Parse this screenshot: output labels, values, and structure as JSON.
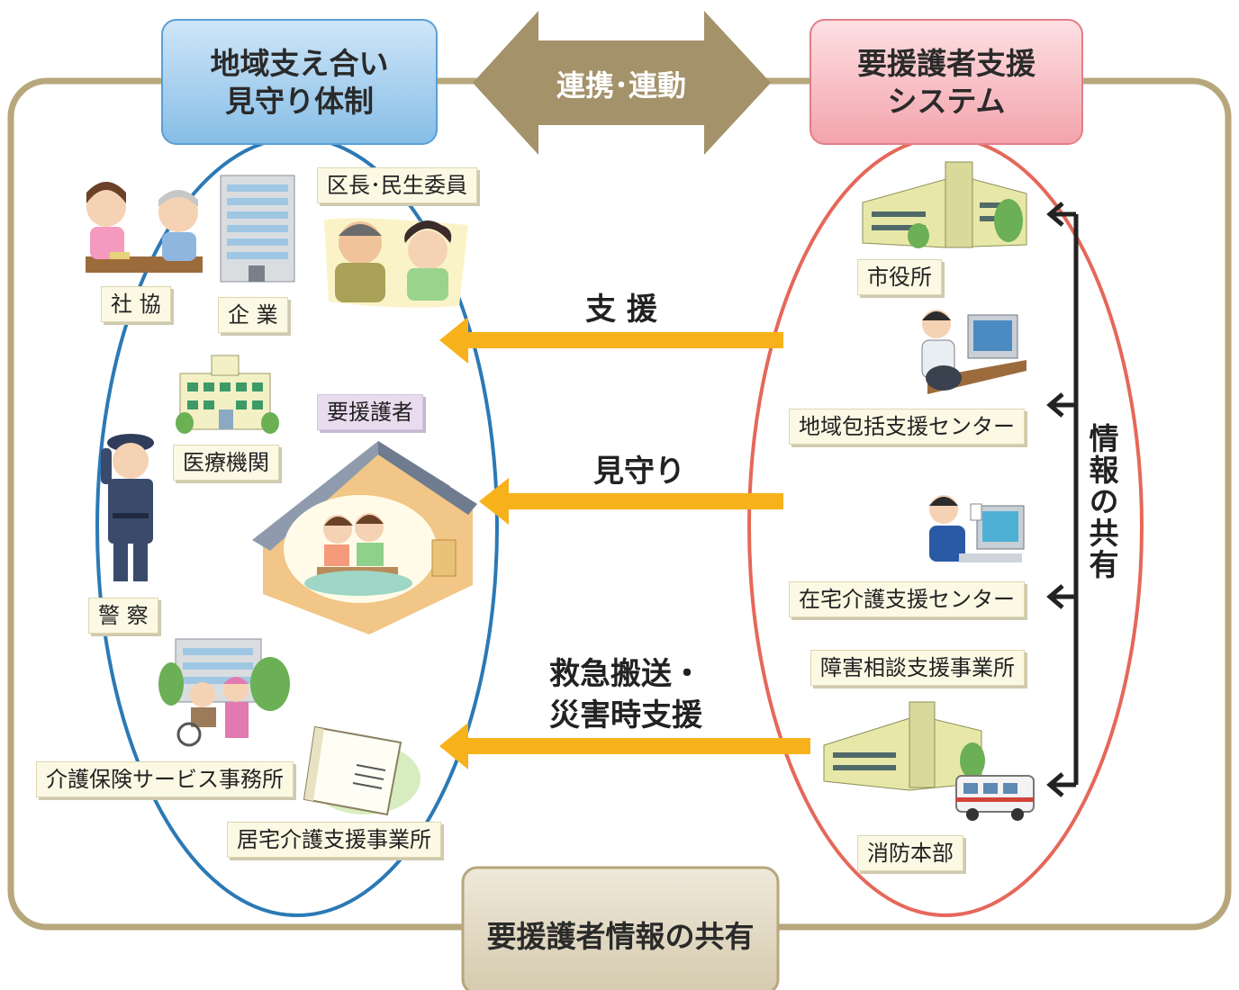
{
  "header_left": {
    "line1": "地域支え合い",
    "line2": "見守り体制"
  },
  "header_right": {
    "line1": "要援護者支援",
    "line2": "システム"
  },
  "link": "連携･連動",
  "center_label": "要援護者",
  "bottom_title": "要援護者情報の共有",
  "side_label": "情報の共有",
  "left_nodes": {
    "kucho": "区長･民生委員",
    "shakyo": "社 協",
    "kigyo": "企 業",
    "iryo": "医療機関",
    "keisatsu": "警 察",
    "kaigo_service": "介護保険サービス事務所",
    "kyotaku": "居宅介護支援事業所"
  },
  "right_nodes": {
    "shiyakusho": "市役所",
    "chiiki_center": "地域包括支援センター",
    "zaitaku_center": "在宅介護支援センター",
    "shogai": "障害相談支援事業所",
    "shobo": "消防本部"
  },
  "arrows": {
    "shien": "支 援",
    "mimamori": "見守り",
    "kyukyu_line1": "救急搬送・",
    "kyukyu_line2": "災害時支援"
  },
  "colors": {
    "frame": "#b7a77c",
    "left_ellipse": "#2b79b5",
    "right_ellipse": "#e5685a",
    "arrow": "#f7b21b",
    "link_arrow": "#a4926a",
    "left_header": "#a9d0ef",
    "right_header": "#f7c2c7",
    "bottom_box": "#ddd4bd"
  }
}
